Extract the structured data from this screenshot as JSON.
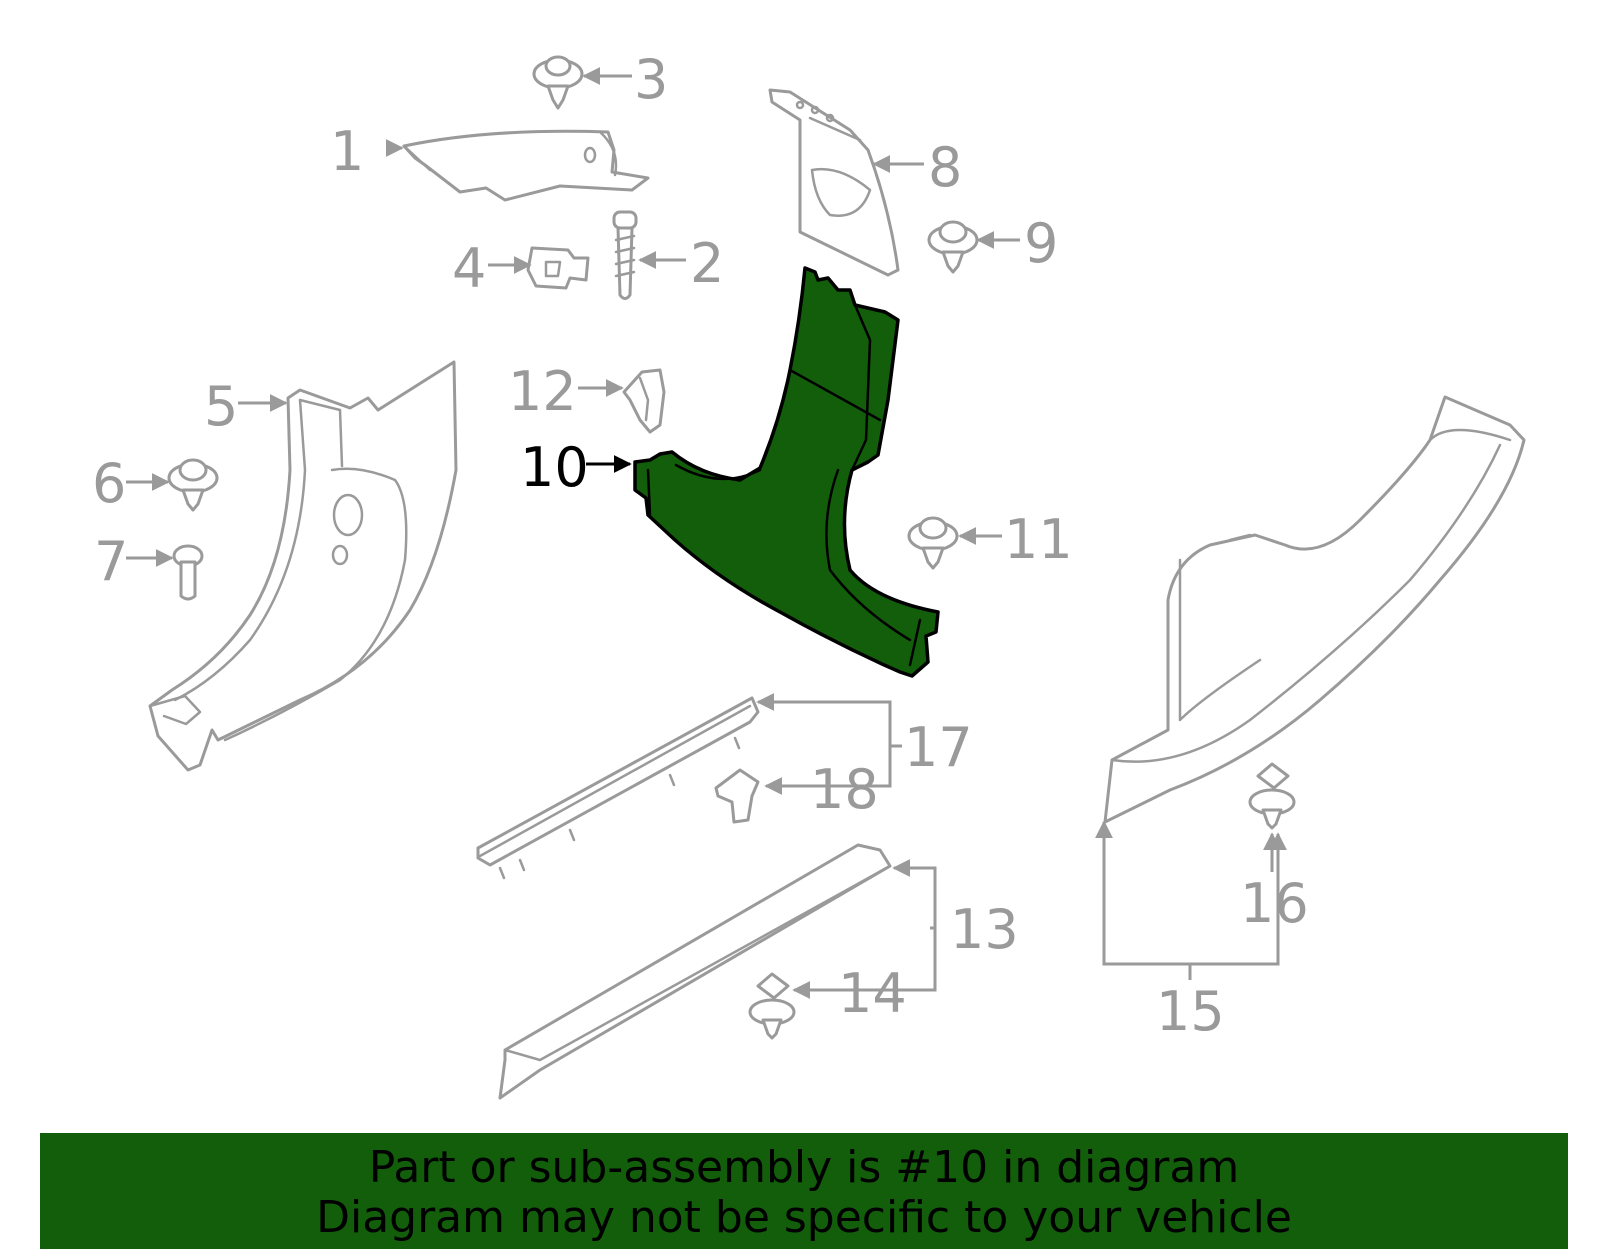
{
  "diagram": {
    "highlight_color": "#125e0b",
    "line_color": "#9a9a9a",
    "highlighted_part": "10",
    "callouts": [
      "1",
      "2",
      "3",
      "4",
      "5",
      "6",
      "7",
      "8",
      "9",
      "10",
      "11",
      "12",
      "13",
      "14",
      "15",
      "16",
      "17",
      "18"
    ]
  },
  "banner": {
    "line1": "Part or sub-assembly is #10 in diagram",
    "line2": "Diagram may not be specific to your vehicle",
    "background": "#125e0b"
  }
}
